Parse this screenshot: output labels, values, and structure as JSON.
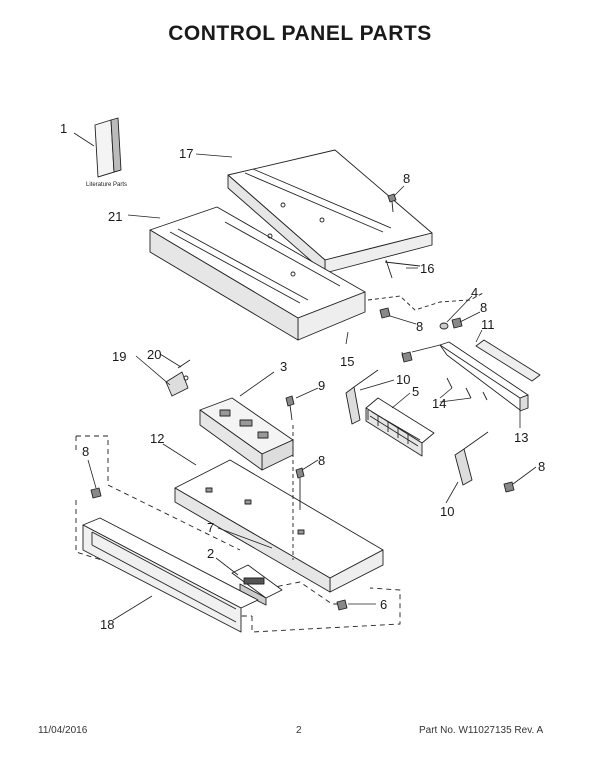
{
  "title": "CONTROL PANEL PARTS",
  "literature_label": "Literature Parts",
  "callouts": {
    "c1": "1",
    "c17": "17",
    "c8a": "8",
    "c21": "21",
    "c16": "16",
    "c4": "4",
    "c8b": "8",
    "c11": "11",
    "c8c": "8",
    "c15": "15",
    "c19": "19",
    "c20": "20",
    "c3": "3",
    "c9": "9",
    "c10a": "10",
    "c5": "5",
    "c14": "14",
    "c13": "13",
    "c12": "12",
    "c8d": "8",
    "c8e": "8",
    "c8f": "8",
    "c10b": "10",
    "c7": "7",
    "c2": "2",
    "c6": "6",
    "c18": "18"
  },
  "footer": {
    "date": "11/04/2016",
    "page": "2",
    "part": "Part No. W11027135  Rev. A"
  }
}
